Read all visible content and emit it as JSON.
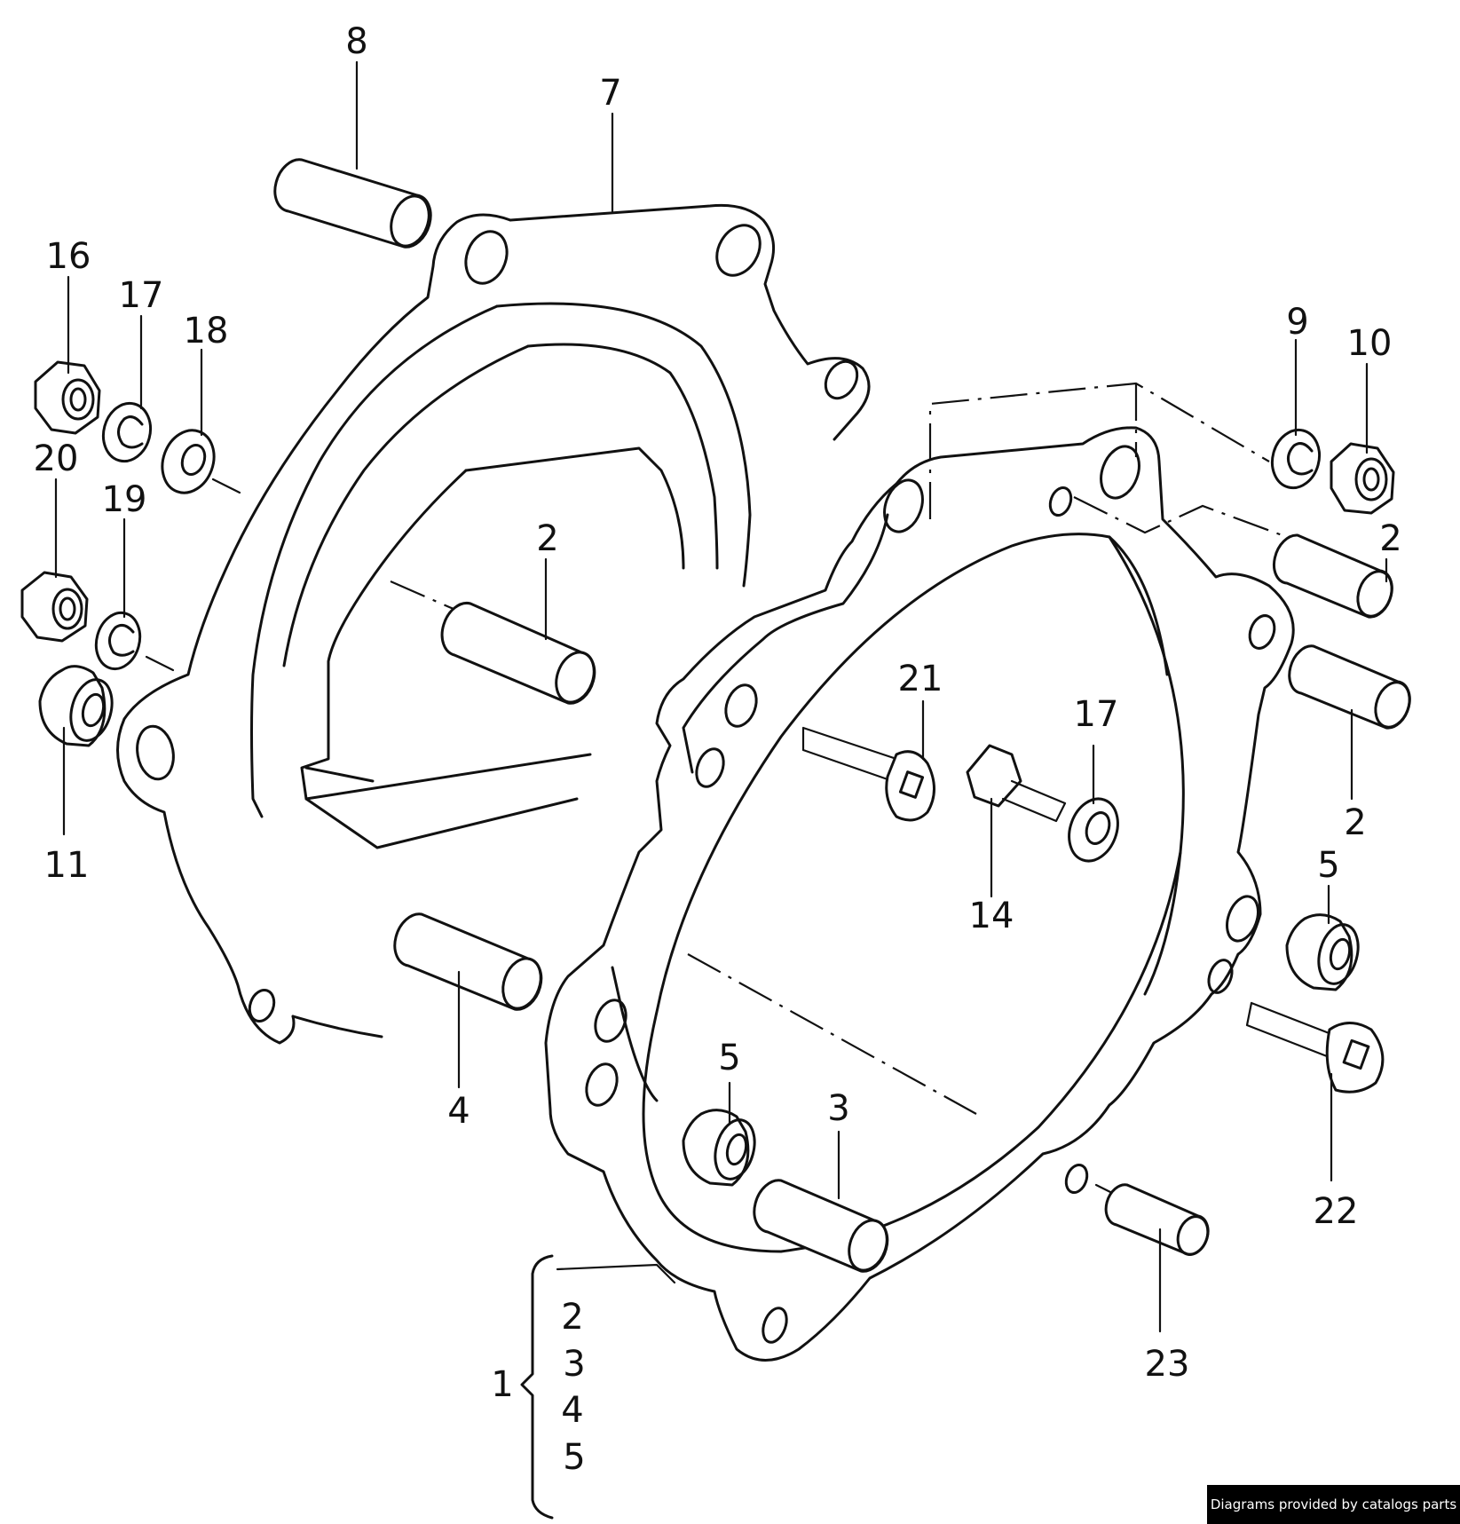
{
  "callouts": {
    "c1": "1",
    "c2a": "2",
    "c2b": "2",
    "c2c": "2",
    "c3": "3",
    "c4": "4",
    "c5a": "5",
    "c5b": "5",
    "c7": "7",
    "c8": "8",
    "c9": "9",
    "c10": "10",
    "c11": "11",
    "c14": "14",
    "c16": "16",
    "c17a": "17",
    "c17b": "17",
    "c18": "18",
    "c19": "19",
    "c20": "20",
    "c21": "21",
    "c22": "22",
    "c23": "23"
  },
  "kit_list": [
    "2",
    "3",
    "4",
    "5"
  ],
  "credit": "Diagrams provided by catalogs parts"
}
